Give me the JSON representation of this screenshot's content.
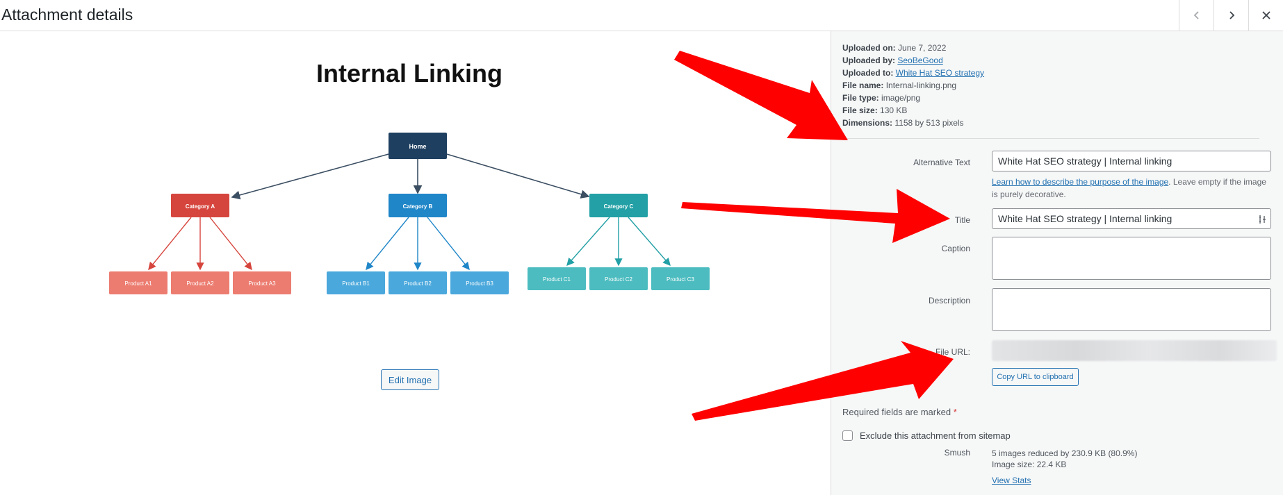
{
  "header": {
    "title": "Attachment details",
    "prev_icon": "chevron-left-icon",
    "next_icon": "chevron-right-icon",
    "close_icon": "close-icon"
  },
  "preview": {
    "diagram": {
      "title": "Internal Linking",
      "root": "Home",
      "categories": [
        {
          "label": "Category A",
          "color": "#d6453d",
          "products": [
            "Product A1",
            "Product A2",
            "Product A3"
          ],
          "product_color": "#ec7c70"
        },
        {
          "label": "Category B",
          "color": "#1f86c8",
          "products": [
            "Product B1",
            "Product B2",
            "Product B3"
          ],
          "product_color": "#4aa8dc"
        },
        {
          "label": "Category C",
          "color": "#22a0a5",
          "products": [
            "Product C1",
            "Product C2",
            "Product C3"
          ],
          "product_color": "#4cbcc0"
        }
      ],
      "root_color": "#1e3f5f"
    },
    "edit_label": "Edit Image"
  },
  "details": {
    "uploaded_on_label": "Uploaded on:",
    "uploaded_on": "June 7, 2022",
    "uploaded_by_label": "Uploaded by:",
    "uploaded_by": "SeoBeGood",
    "uploaded_to_label": "Uploaded to:",
    "uploaded_to": "White Hat SEO strategy",
    "file_name_label": "File name:",
    "file_name": "Internal-linking.png",
    "file_type_label": "File type:",
    "file_type": "image/png",
    "file_size_label": "File size:",
    "file_size": "130 KB",
    "dimensions_label": "Dimensions:",
    "dimensions": "1158 by 513 pixels"
  },
  "form": {
    "alt_label": "Alternative Text",
    "alt_value": "White Hat SEO strategy | Internal linking",
    "alt_help_link": "Learn how to describe the purpose of the image",
    "alt_help_text": ". Leave empty if the image is purely decorative.",
    "title_label": "Title",
    "title_value": "White Hat SEO strategy |  Internal linking",
    "caption_label": "Caption",
    "description_label": "Description",
    "url_label": "File URL:",
    "copy_label": "Copy URL to clipboard",
    "required_text": "Required fields are marked",
    "required_mark": "*",
    "exclude_label": "Exclude this attachment from sitemap",
    "smush_label": "Smush",
    "smush_line1": "5 images reduced by 230.9 KB (80.9%)",
    "smush_line2": "Image size: 22.4 KB",
    "stats_link": "View Stats"
  },
  "colors": {
    "accent": "#2271b1",
    "arrow": "#ff0000",
    "sidebar_bg": "#f6f7f7"
  }
}
